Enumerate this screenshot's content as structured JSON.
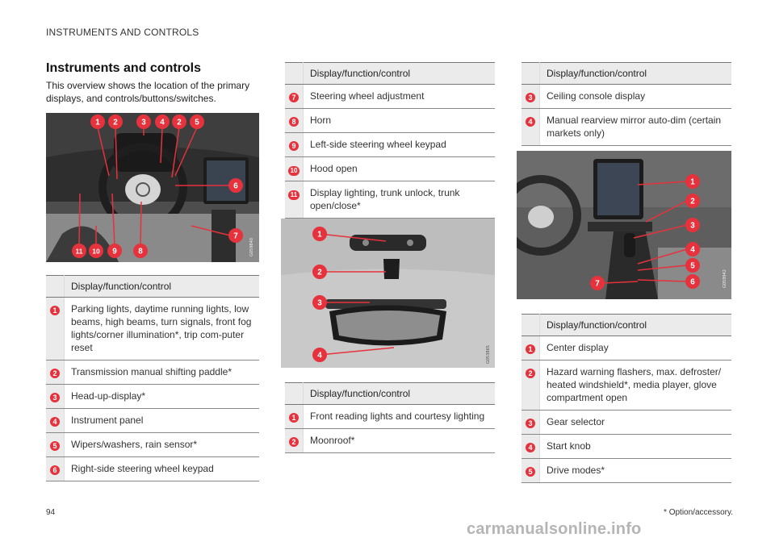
{
  "header": "INSTRUMENTS AND CONTROLS",
  "title": "Instruments and controls",
  "intro": "This overview shows the location of the primary displays, and controls/buttons/switches.",
  "table_header": "Display/function/control",
  "images": {
    "dashboard": {
      "code": "G059840",
      "callouts": [
        "1",
        "2",
        "3",
        "4",
        "2",
        "5",
        "6",
        "7",
        "11",
        "10",
        "9",
        "8"
      ]
    },
    "ceiling": {
      "code": "G053865",
      "callouts": [
        "1",
        "2",
        "3",
        "4"
      ]
    },
    "console": {
      "code": "G059942",
      "callouts": [
        "1",
        "2",
        "3",
        "4",
        "5",
        "6",
        "7"
      ]
    }
  },
  "table_dashboard": [
    {
      "num": "1",
      "text": "Parking lights, daytime running lights, low beams, high beams, turn signals, front fog lights/corner illumination*, trip com-puter reset"
    },
    {
      "num": "2",
      "text": "Transmission manual shifting paddle*"
    },
    {
      "num": "3",
      "text": "Head-up-display*"
    },
    {
      "num": "4",
      "text": "Instrument panel"
    },
    {
      "num": "5",
      "text": "Wipers/washers, rain sensor*"
    },
    {
      "num": "6",
      "text": "Right-side steering wheel keypad"
    }
  ],
  "table_steering": [
    {
      "num": "7",
      "text": "Steering wheel adjustment"
    },
    {
      "num": "8",
      "text": "Horn"
    },
    {
      "num": "9",
      "text": "Left-side steering wheel keypad"
    },
    {
      "num": "10",
      "text": "Hood open"
    },
    {
      "num": "11",
      "text": "Display lighting, trunk unlock, trunk open/close*"
    }
  ],
  "table_ceiling_a": [
    {
      "num": "1",
      "text": "Front reading lights and courtesy lighting"
    },
    {
      "num": "2",
      "text": "Moonroof*"
    }
  ],
  "table_ceiling_b": [
    {
      "num": "3",
      "text": "Ceiling console display"
    },
    {
      "num": "4",
      "text": "Manual rearview mirror auto-dim (certain markets only)"
    }
  ],
  "table_console": [
    {
      "num": "1",
      "text": "Center display"
    },
    {
      "num": "2",
      "text": "Hazard warning flashers, max. defroster/ heated windshield*, media player, glove compartment open"
    },
    {
      "num": "3",
      "text": "Gear selector"
    },
    {
      "num": "4",
      "text": "Start knob"
    },
    {
      "num": "5",
      "text": "Drive modes*"
    }
  ],
  "footnote": "* Option/accessory.",
  "page_number": "94",
  "watermark": "carmanualsonline.info",
  "colors": {
    "callout": "#e6323c",
    "header_bg": "#ebebeb"
  }
}
